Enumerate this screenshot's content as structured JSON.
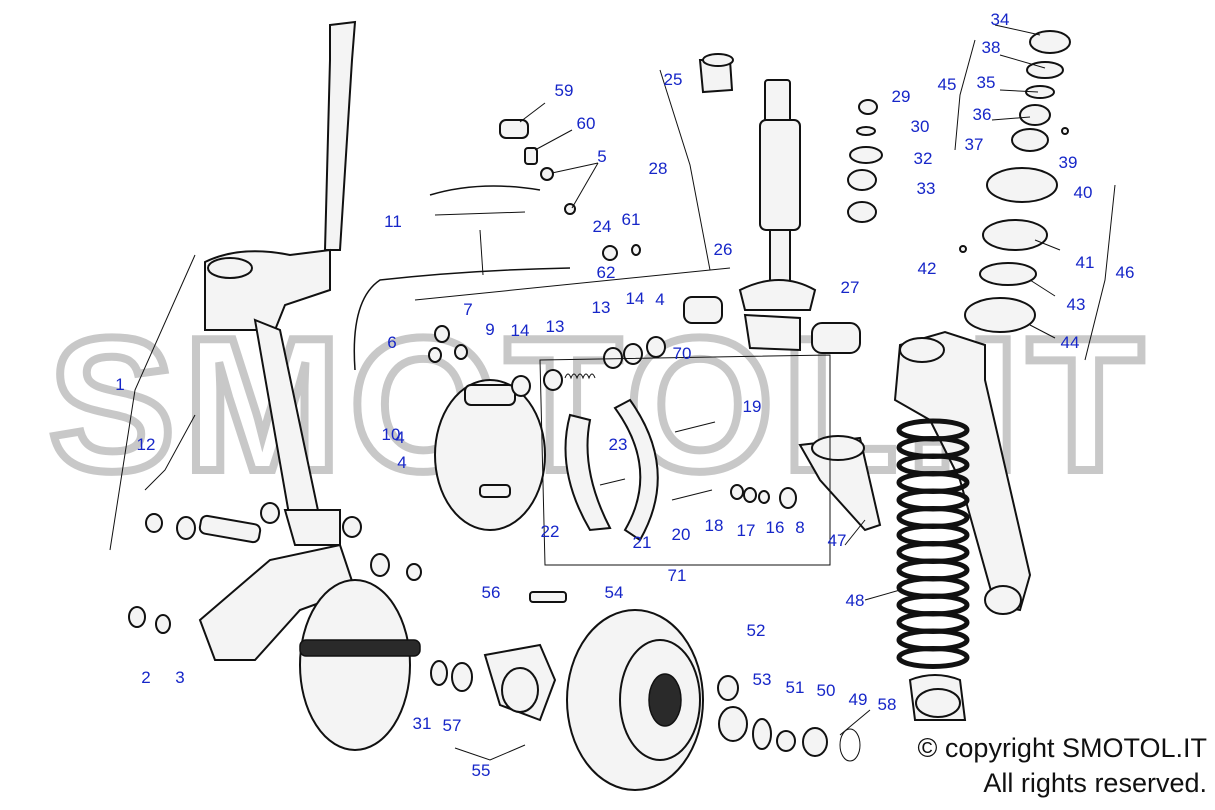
{
  "watermark": "SMOTOL.IT",
  "copyright": {
    "line1": "© copyright SMOTOL.IT",
    "line2": "All rights reserved."
  },
  "callouts": [
    "1",
    "2",
    "3",
    "4",
    "4",
    "4",
    "5",
    "6",
    "7",
    "8",
    "9",
    "10",
    "11",
    "12",
    "13",
    "13",
    "14",
    "14",
    "16",
    "17",
    "18",
    "19",
    "20",
    "21",
    "22",
    "23",
    "24",
    "25",
    "26",
    "27",
    "28",
    "29",
    "30",
    "31",
    "32",
    "33",
    "34",
    "35",
    "36",
    "37",
    "38",
    "39",
    "40",
    "41",
    "42",
    "43",
    "44",
    "45",
    "46",
    "47",
    "48",
    "49",
    "50",
    "51",
    "52",
    "53",
    "54",
    "55",
    "56",
    "57",
    "58",
    "59",
    "60",
    "61",
    "62",
    "70",
    "71"
  ],
  "colors": {
    "callout": "#1626c8",
    "ink": "#111111",
    "watermark": "#c8c8c8"
  }
}
